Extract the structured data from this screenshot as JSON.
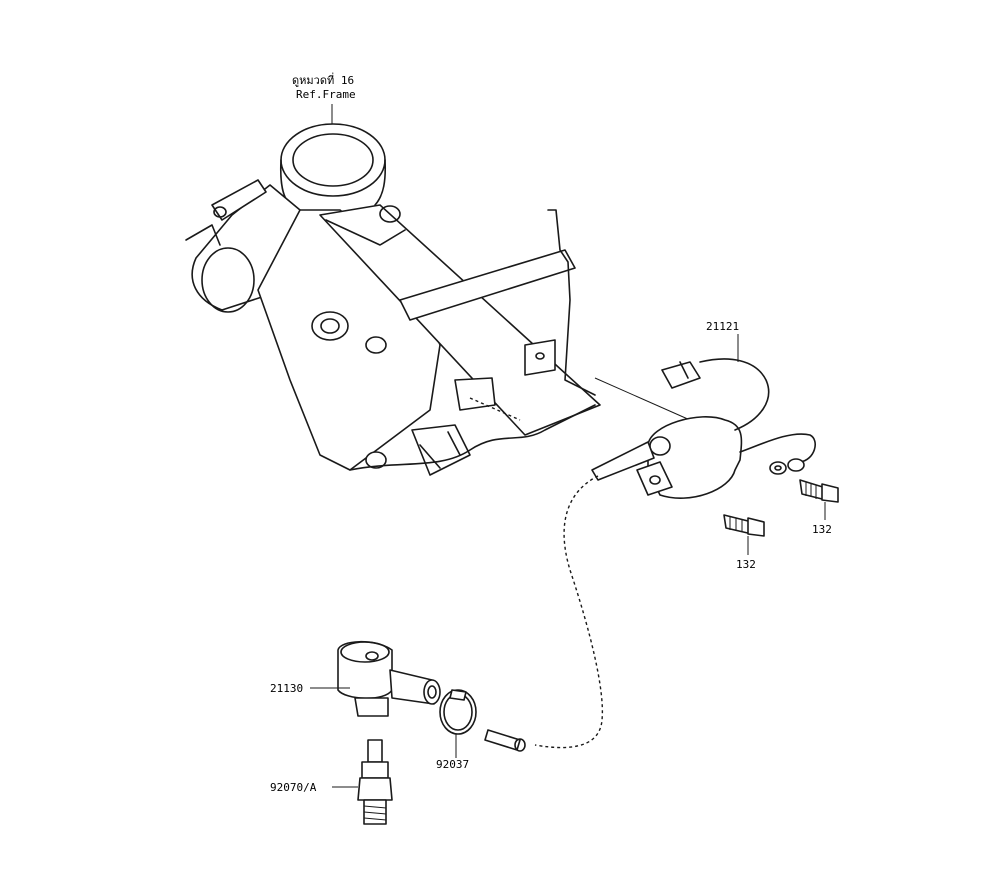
{
  "ref_note": {
    "line1": "ดูหมวดที่ 16",
    "line2": "Ref.Frame"
  },
  "parts": [
    {
      "number": "21121"
    },
    {
      "number": "132"
    },
    {
      "number": "132"
    },
    {
      "number": "21130"
    },
    {
      "number": "92037"
    },
    {
      "number": "92070/A"
    }
  ]
}
